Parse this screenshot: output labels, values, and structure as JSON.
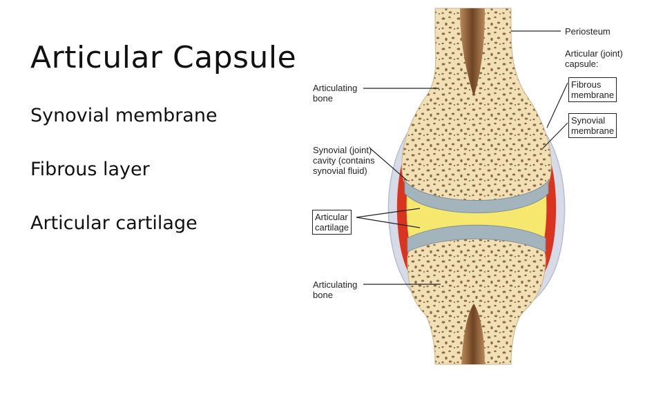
{
  "slide": {
    "title": "Articular Capsule",
    "bullets": [
      "Synovial membrane",
      "Fibrous layer",
      "Articular cartilage"
    ]
  },
  "diagram": {
    "labels": {
      "periosteum": [
        "Periosteum"
      ],
      "capsule": [
        "Articular (joint)",
        "capsule:"
      ],
      "fibrous": [
        "Fibrous",
        "membrane"
      ],
      "synovial_membrane": [
        "Synovial",
        "membrane"
      ],
      "bone_top": [
        "Articulating",
        "bone"
      ],
      "cavity": [
        "Synovial (joint)",
        "cavity (contains",
        "synovial fluid)"
      ],
      "cartilage": [
        "Articular",
        "cartilage"
      ],
      "bone_bottom": [
        "Articulating",
        "bone"
      ]
    },
    "colors": {
      "bone": "#f1dfb6",
      "bone_pores": "#8b6a45",
      "marrow": "#7a4f2c",
      "cartilage": "#a4b4bc",
      "synovial_fluid": "#f6e86e",
      "synovial_membrane": "#d9341f",
      "fibrous_capsule": "#d7dbe8"
    }
  }
}
